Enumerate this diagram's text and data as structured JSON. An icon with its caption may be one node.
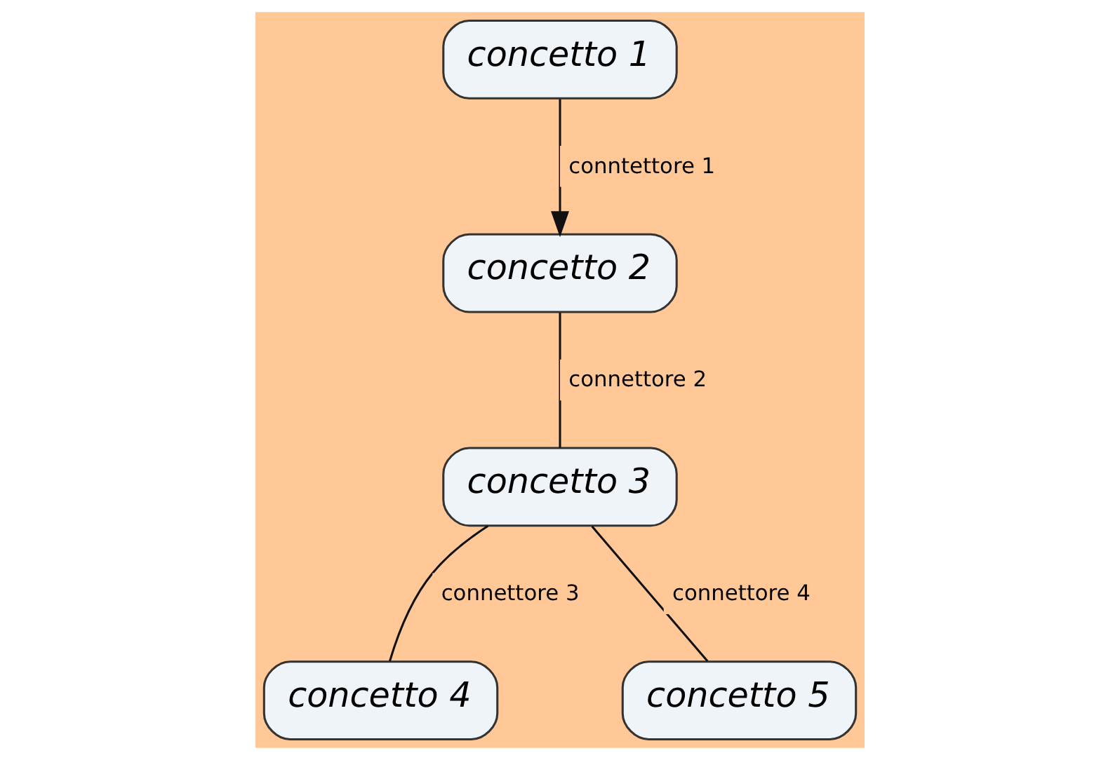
{
  "diagram": {
    "nodes": [
      {
        "text": [
          "concetto 1"
        ]
      },
      {
        "text": [
          "concetto 2"
        ]
      },
      {
        "text": [
          "concetto 3"
        ]
      },
      {
        "text": [
          "concetto 4"
        ]
      },
      {
        "text": [
          "concetto 5"
        ]
      }
    ],
    "edges": [
      {
        "from": 0,
        "to": 1,
        "arrow": "to",
        "label": "conntettore 1"
      },
      {
        "from": 1,
        "to": 2,
        "arrow": "none",
        "label": "connettore 2"
      },
      {
        "from": 2,
        "to": 3,
        "arrow": "none",
        "label": "connettore 3"
      },
      {
        "from": 2,
        "to": 4,
        "arrow": "none",
        "label": "connettore 4"
      }
    ]
  }
}
